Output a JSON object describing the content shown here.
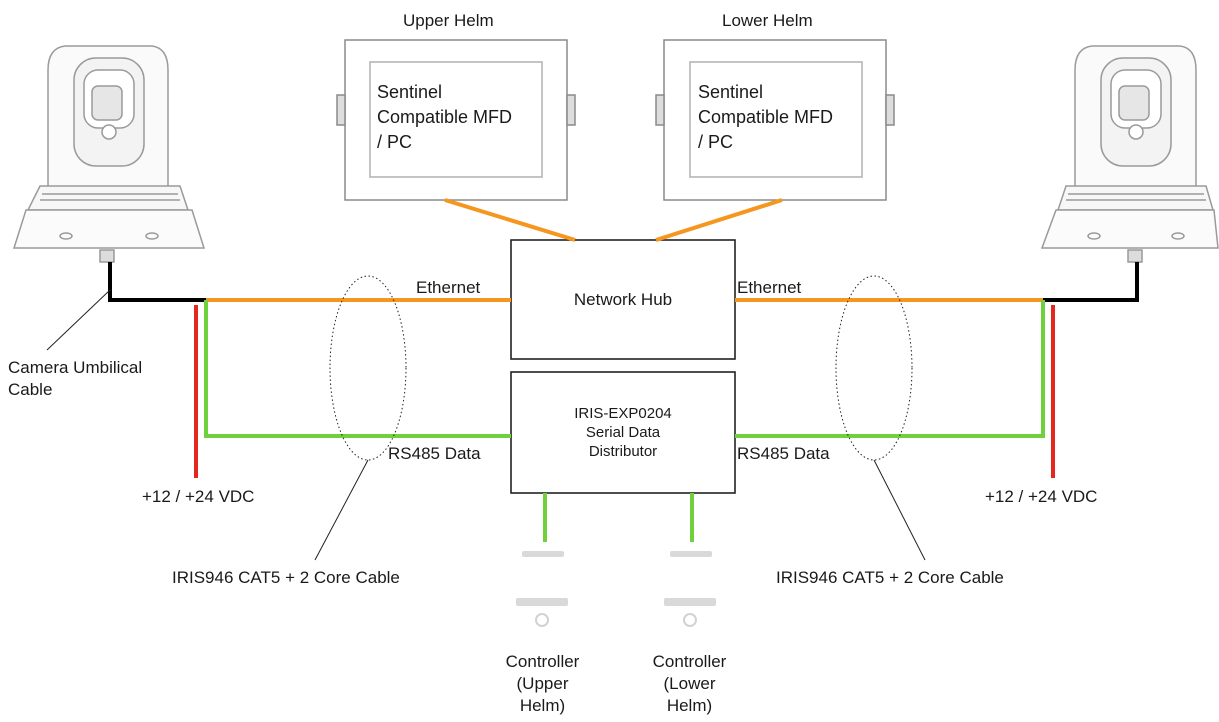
{
  "helms": {
    "upper_title": "Upper Helm",
    "lower_title": "Lower Helm",
    "upper_mfd_lines": [
      "Sentinel",
      "Compatible MFD",
      "/ PC"
    ],
    "lower_mfd_lines": [
      "Sentinel",
      "Compatible MFD",
      "/ PC"
    ]
  },
  "network_hub": {
    "label": "Network Hub"
  },
  "distributor": {
    "lines": [
      "IRIS-EXP0204",
      "Serial Data",
      "Distributor"
    ]
  },
  "links": {
    "ethernet_left": "Ethernet",
    "ethernet_right": "Ethernet",
    "rs485_left": "RS485 Data",
    "rs485_right": "RS485 Data"
  },
  "power": {
    "left": "+12 / +24 VDC",
    "right": "+12 / +24 VDC"
  },
  "cable": {
    "umbilical_lines": [
      "Camera Umbilical",
      "Cable"
    ],
    "cat5_left": "IRIS946 CAT5 + 2 Core Cable",
    "cat5_right": "IRIS946 CAT5 + 2 Core Cable"
  },
  "controllers": {
    "upper_lines": [
      "Controller",
      "(Upper",
      "Helm)"
    ],
    "lower_lines": [
      "Controller",
      "(Lower",
      "Helm)"
    ]
  },
  "colors": {
    "ethernet": "#f5961e",
    "rs485": "#6fd13c",
    "power": "#e5281e",
    "umbilical": "#000000",
    "device_outline": "#8a8a8a"
  }
}
